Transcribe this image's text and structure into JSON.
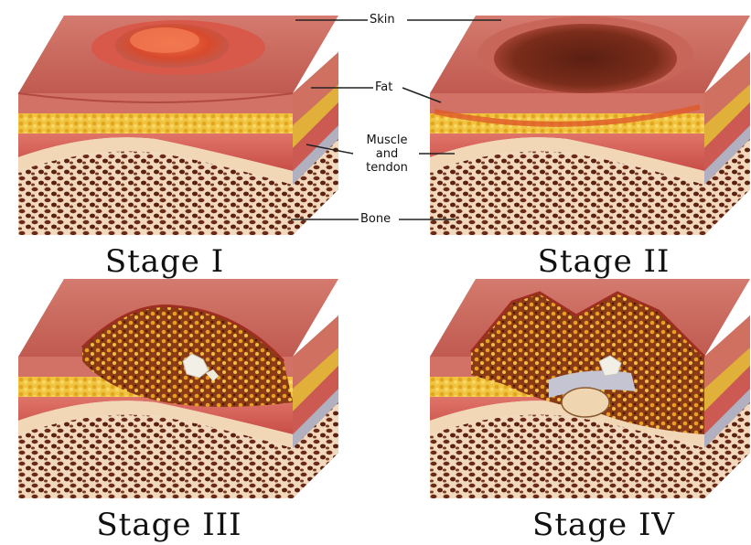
{
  "stages": [
    {
      "caption": "Stage I"
    },
    {
      "caption": "Stage II"
    },
    {
      "caption": "Stage III"
    },
    {
      "caption": "Stage IV"
    }
  ],
  "labels": {
    "skin": "Skin",
    "fat": "Fat",
    "muscle_line1": "Muscle",
    "muscle_line2": "and",
    "muscle_line3": "tendon",
    "bone": "Bone"
  },
  "colors": {
    "skin_top": "#c4625a",
    "skin_edge": "#e58a78",
    "wound_red": "#b8321e",
    "wound_dark": "#5a1f12",
    "fat_yellow": "#e8b62a",
    "muscle_red": "#d8645c",
    "tendon_grey": "#b9b9c6",
    "bone_beige": "#f1d7b6",
    "marrow_brown": "#6b2a17"
  }
}
